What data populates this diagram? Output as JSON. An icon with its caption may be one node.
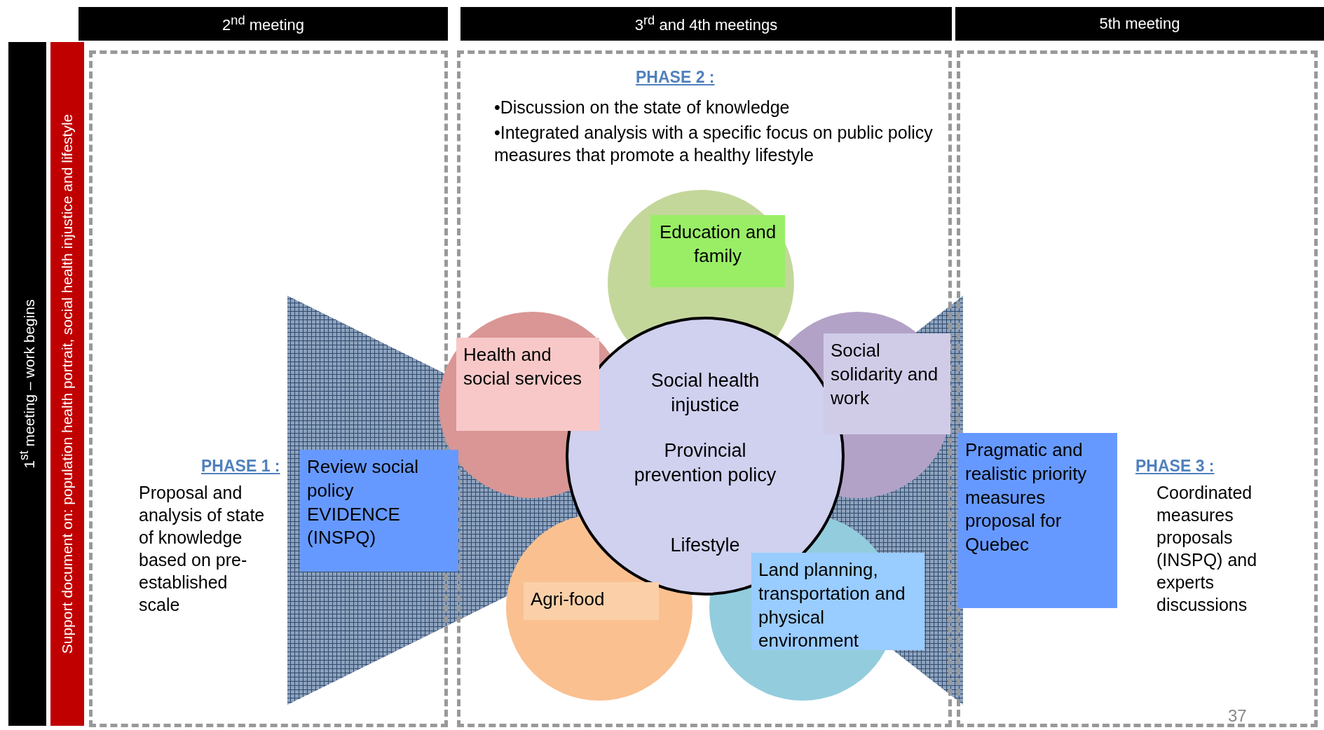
{
  "diagram": {
    "nodes": [
      {
        "text": [
          "2$^{nd}$ meeting"
        ]
      },
      {
        "text": [
          "3$^{rd}$ and 4th meetings"
        ]
      },
      {
        "text": [
          "5th meeting"
        ]
      },
      {
        "text": [
          "1$^{st}$ meeting – work begins"
        ]
      },
      {
        "text": [
          "Support document on: population health portrait, social health injustice and lifestyle"
        ]
      },
      {
        "text": [
          "PHASE 1 :",
          "Proposal and analysis of state of knowledge based on pre-established scale"
        ]
      },
      {
        "text": [
          "PHASE 2 :",
          "•Discussion on the state of knowledge",
          "•Integrated analysis with a specific focus on public policy measures that promote a healthy lifestyle"
        ]
      },
      {
        "text": [
          "PHASE 3 :",
          "Coordinated measures proposals (INSPQ) and experts discussions"
        ]
      },
      {
        "text": [
          "Education and family"
        ],
        "in": 6
      },
      {
        "text": [
          "Health and social services"
        ]
      },
      {
        "text": [
          "Social solidarity and work"
        ],
        "in": 6
      },
      {
        "text": [
          "Social health injustice",
          "Provincial prevention policy",
          "Lifestyle"
        ],
        "in": 6
      },
      {
        "text": [
          "Review  social policy EVIDENCE (INSPQ)"
        ]
      },
      {
        "text": [
          "Pragmatic and realistic priority measures proposal for Quebec"
        ],
        "in": 7
      },
      {
        "text": [
          "Agri-food"
        ],
        "in": 6
      },
      {
        "text": [
          "Land planning, transportation and physical environment"
        ],
        "in": 6
      }
    ],
    "labels": [
      "37"
    ]
  }
}
